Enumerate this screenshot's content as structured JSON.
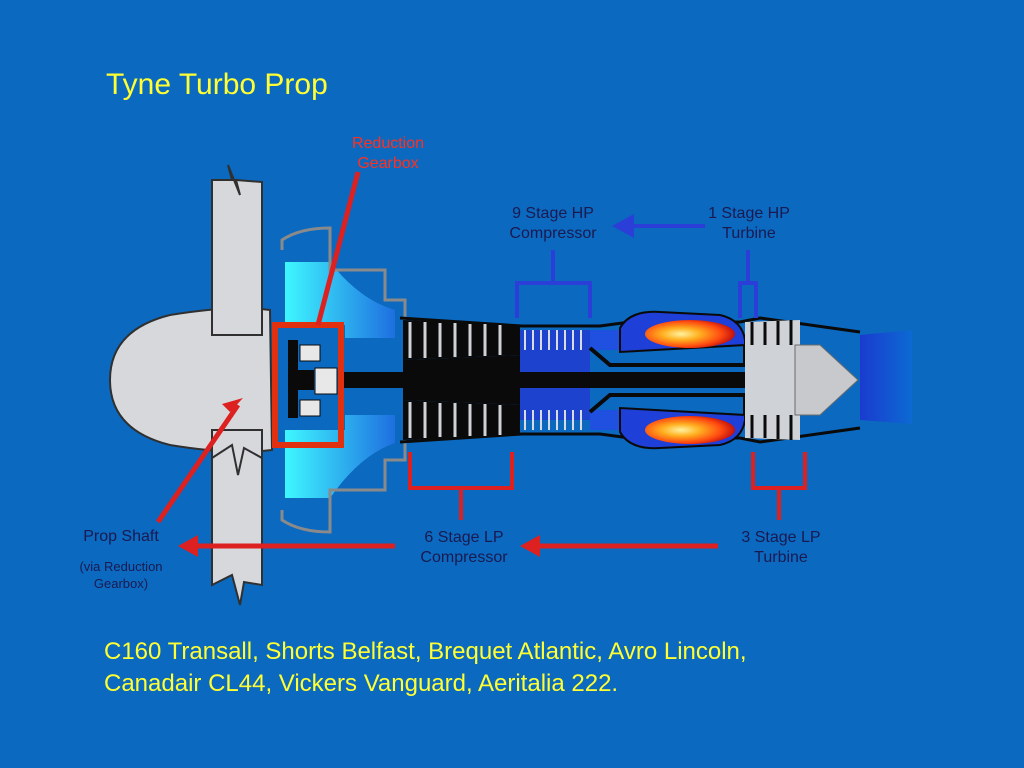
{
  "title": "Tyne Turbo Prop",
  "labels": {
    "reduction_gearbox": [
      "Reduction",
      "Gearbox"
    ],
    "hp_compressor": [
      "9 Stage HP",
      "Compressor"
    ],
    "hp_turbine": [
      "1 Stage HP",
      "Turbine"
    ],
    "prop_shaft": "Prop Shaft",
    "prop_shaft_note": [
      "(via Reduction",
      "Gearbox)"
    ],
    "lp_compressor": [
      "6 Stage LP",
      "Compressor"
    ],
    "lp_turbine": [
      "3 Stage LP",
      "Turbine"
    ]
  },
  "footer": {
    "line1": "C160 Transall, Shorts Belfast, Brequet Atlantic, Avro Lincoln,",
    "line2": "Canadair CL44, Vickers Vanguard, Aeritalia 222."
  },
  "colors": {
    "background": "#0b69c0",
    "title": "#ffff33",
    "red_accent": "#dd2020",
    "blue_accent": "#2b3fd8",
    "label_dark": "#1a1a50"
  }
}
